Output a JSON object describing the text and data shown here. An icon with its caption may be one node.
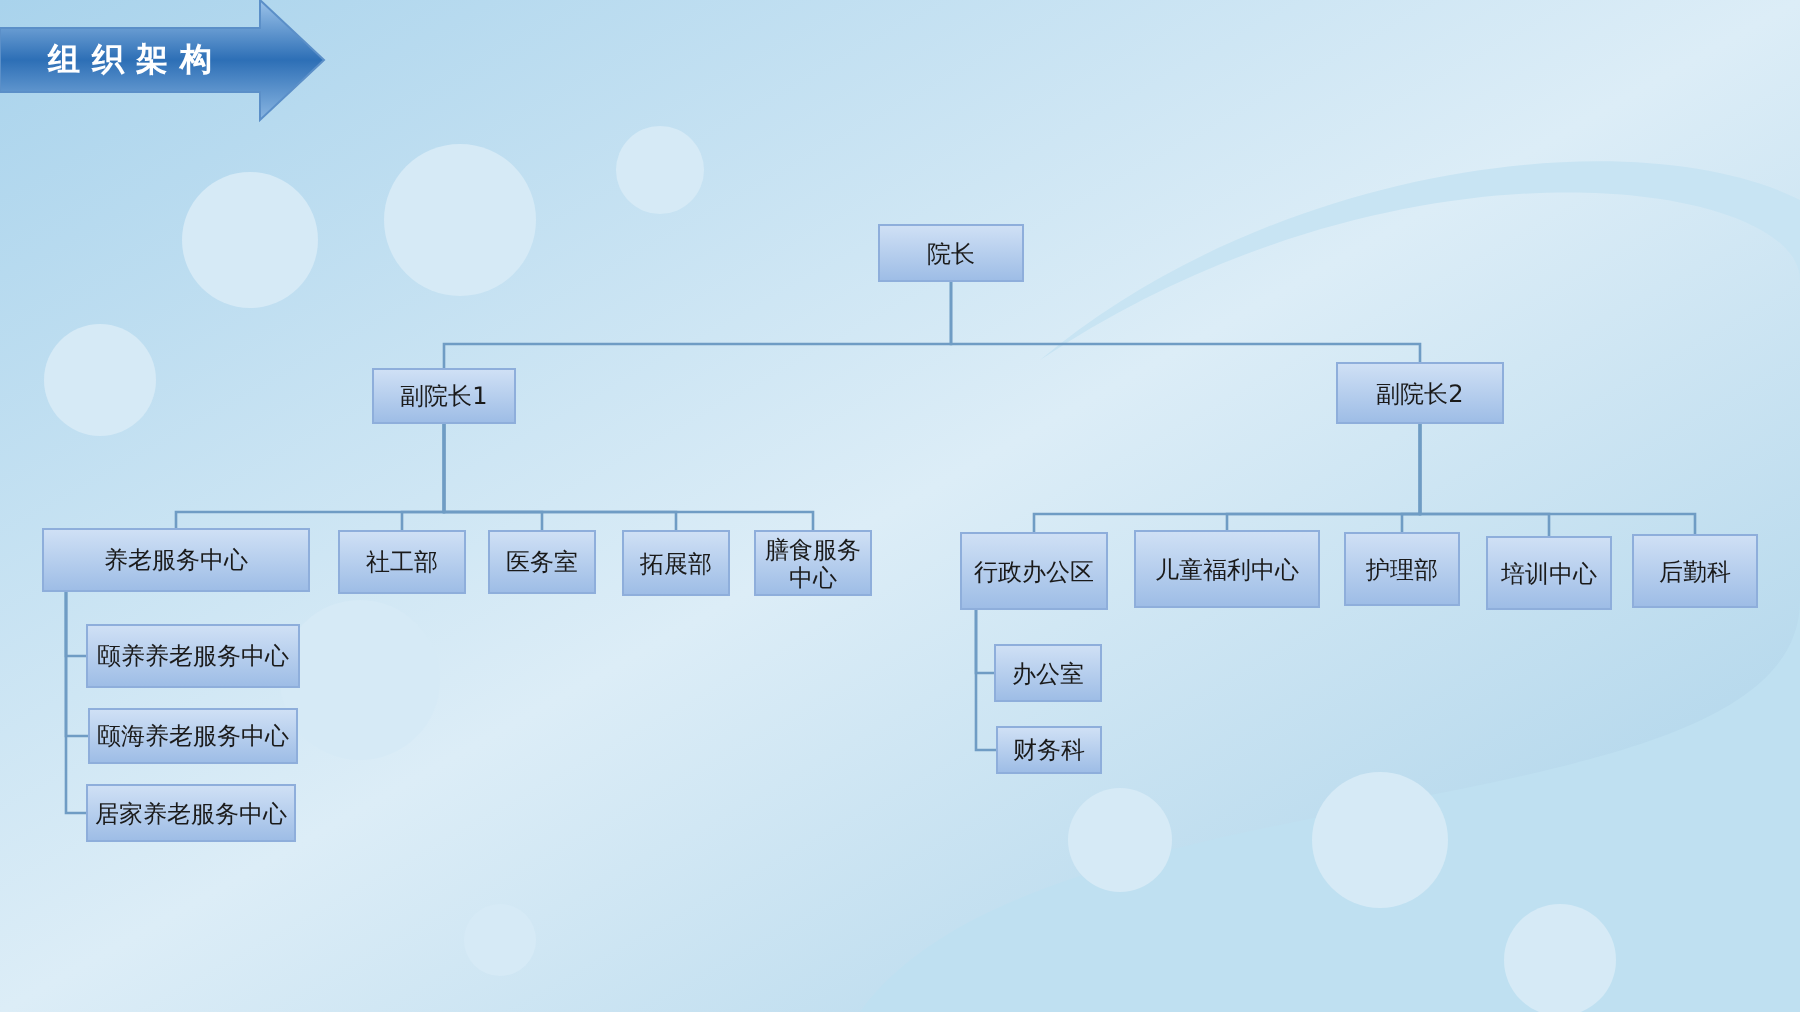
{
  "diagram": {
    "title": "组织架构",
    "nodes": [
      {
        "text": [
          "院长"
        ]
      },
      {
        "text": [
          "副院长1"
        ]
      },
      {
        "text": [
          "副院长2"
        ]
      },
      {
        "text": [
          "养老服务中心"
        ]
      },
      {
        "text": [
          "社工部"
        ]
      },
      {
        "text": [
          "医务室"
        ]
      },
      {
        "text": [
          "拓展部"
        ]
      },
      {
        "text": [
          "膳食服务中心"
        ]
      },
      {
        "text": [
          "颐养养老服务中心"
        ]
      },
      {
        "text": [
          "颐海养老服务中心"
        ]
      },
      {
        "text": [
          "居家养老服务中心"
        ]
      },
      {
        "text": [
          "行政办公区"
        ]
      },
      {
        "text": [
          "儿童福利中心"
        ]
      },
      {
        "text": [
          "护理部"
        ]
      },
      {
        "text": [
          "培训中心"
        ]
      },
      {
        "text": [
          "后勤科"
        ]
      },
      {
        "text": [
          "办公室"
        ]
      },
      {
        "text": [
          "财务科"
        ]
      }
    ],
    "edges": [
      {
        "from": 0,
        "to": 1,
        "arrow": "none"
      },
      {
        "from": 0,
        "to": 2,
        "arrow": "none"
      },
      {
        "from": 1,
        "to": 3,
        "arrow": "none"
      },
      {
        "from": 1,
        "to": 4,
        "arrow": "none"
      },
      {
        "from": 1,
        "to": 5,
        "arrow": "none"
      },
      {
        "from": 1,
        "to": 6,
        "arrow": "none"
      },
      {
        "from": 1,
        "to": 7,
        "arrow": "none"
      },
      {
        "from": 3,
        "to": 8,
        "arrow": "none"
      },
      {
        "from": 3,
        "to": 9,
        "arrow": "none"
      },
      {
        "from": 3,
        "to": 10,
        "arrow": "none"
      },
      {
        "from": 2,
        "to": 11,
        "arrow": "none"
      },
      {
        "from": 2,
        "to": 12,
        "arrow": "none"
      },
      {
        "from": 2,
        "to": 13,
        "arrow": "none"
      },
      {
        "from": 2,
        "to": 14,
        "arrow": "none"
      },
      {
        "from": 2,
        "to": 15,
        "arrow": "none"
      },
      {
        "from": 11,
        "to": 16,
        "arrow": "none"
      },
      {
        "from": 11,
        "to": 17,
        "arrow": "none"
      }
    ]
  }
}
